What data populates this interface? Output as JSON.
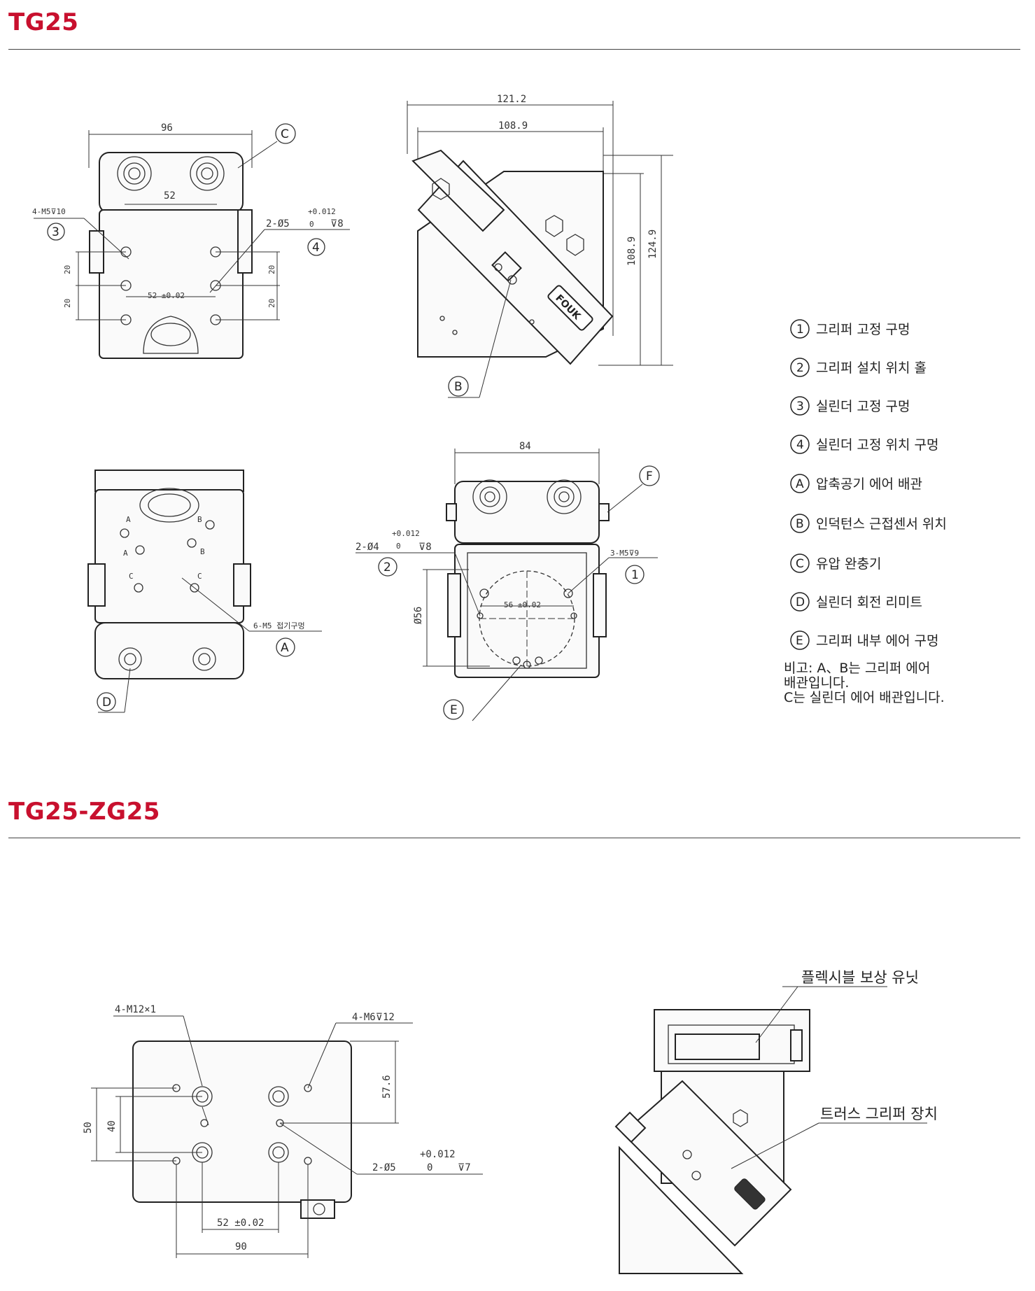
{
  "sections": [
    {
      "title": "TG25",
      "color": "#c8102e"
    },
    {
      "title": "TG25-ZG25",
      "color": "#c8102e"
    }
  ],
  "legend": [
    {
      "marker": "1",
      "text": "그리퍼 고정 구멍"
    },
    {
      "marker": "2",
      "text": "그리퍼 설치 위치 홀"
    },
    {
      "marker": "3",
      "text": "실린더 고정 구멍"
    },
    {
      "marker": "4",
      "text": "실린더 고정 위치 구멍"
    },
    {
      "marker": "A",
      "text": "압축공기 에어 배관"
    },
    {
      "marker": "B",
      "text": "인덕턴스 근접센서 위치"
    },
    {
      "marker": "C",
      "text": "유압 완충기"
    },
    {
      "marker": "D",
      "text": "실린더 회전 리미트"
    },
    {
      "marker": "E",
      "text": "그리퍼 내부 에어 구멍"
    }
  ],
  "note": {
    "line1": "비고: A、B는 그리퍼 에어",
    "line2": "배관입니다.",
    "line3": "C는 실린더 에어 배관입니다."
  },
  "dims_tg25": {
    "top_view": {
      "width": "96",
      "inner": "52",
      "tol52": "52 ±0.02",
      "hole_m5": "4-M5⊽10",
      "pin": "2-Ø5",
      "pin_tol": "+0.012",
      "pin_tol0": "0",
      "pin_depth": "⊽8",
      "v20": "20",
      "c": "C",
      "n3": "3",
      "n4": "4"
    },
    "side_view": {
      "w1": "121.2",
      "w2": "108.9",
      "h1": "108.9",
      "h2": "124.9",
      "b": "B",
      "brand": "FOUK"
    },
    "bottom_view": {
      "a": "A",
      "b": "B",
      "c": "C",
      "a_label": "6-M5 접기구멍",
      "d": "D"
    },
    "front_view": {
      "width": "84",
      "pin": "2-Ø4",
      "pin_tol": "+0.012",
      "pin_tol0": "0",
      "pin_depth": "⊽8",
      "m5": "3-M5⊽9",
      "dia": "Ø56",
      "pcd": "56 ±0.02",
      "e": "E",
      "f": "F",
      "n1": "1",
      "n2": "2"
    }
  },
  "dims_zg25": {
    "m12": "4-M12×1",
    "m6": "4-M6⊽12",
    "h576": "57.6",
    "v50": "50",
    "v40": "40",
    "pin": "2-Ø5",
    "pin_tol": "+0.012",
    "pin_tol0": "0",
    "pin_depth": "⊽7",
    "h52": "52 ±0.02",
    "h90": "90",
    "flex_unit": "플렉시블 보상 유닛",
    "truss": "트러스 그리퍼 장치"
  }
}
